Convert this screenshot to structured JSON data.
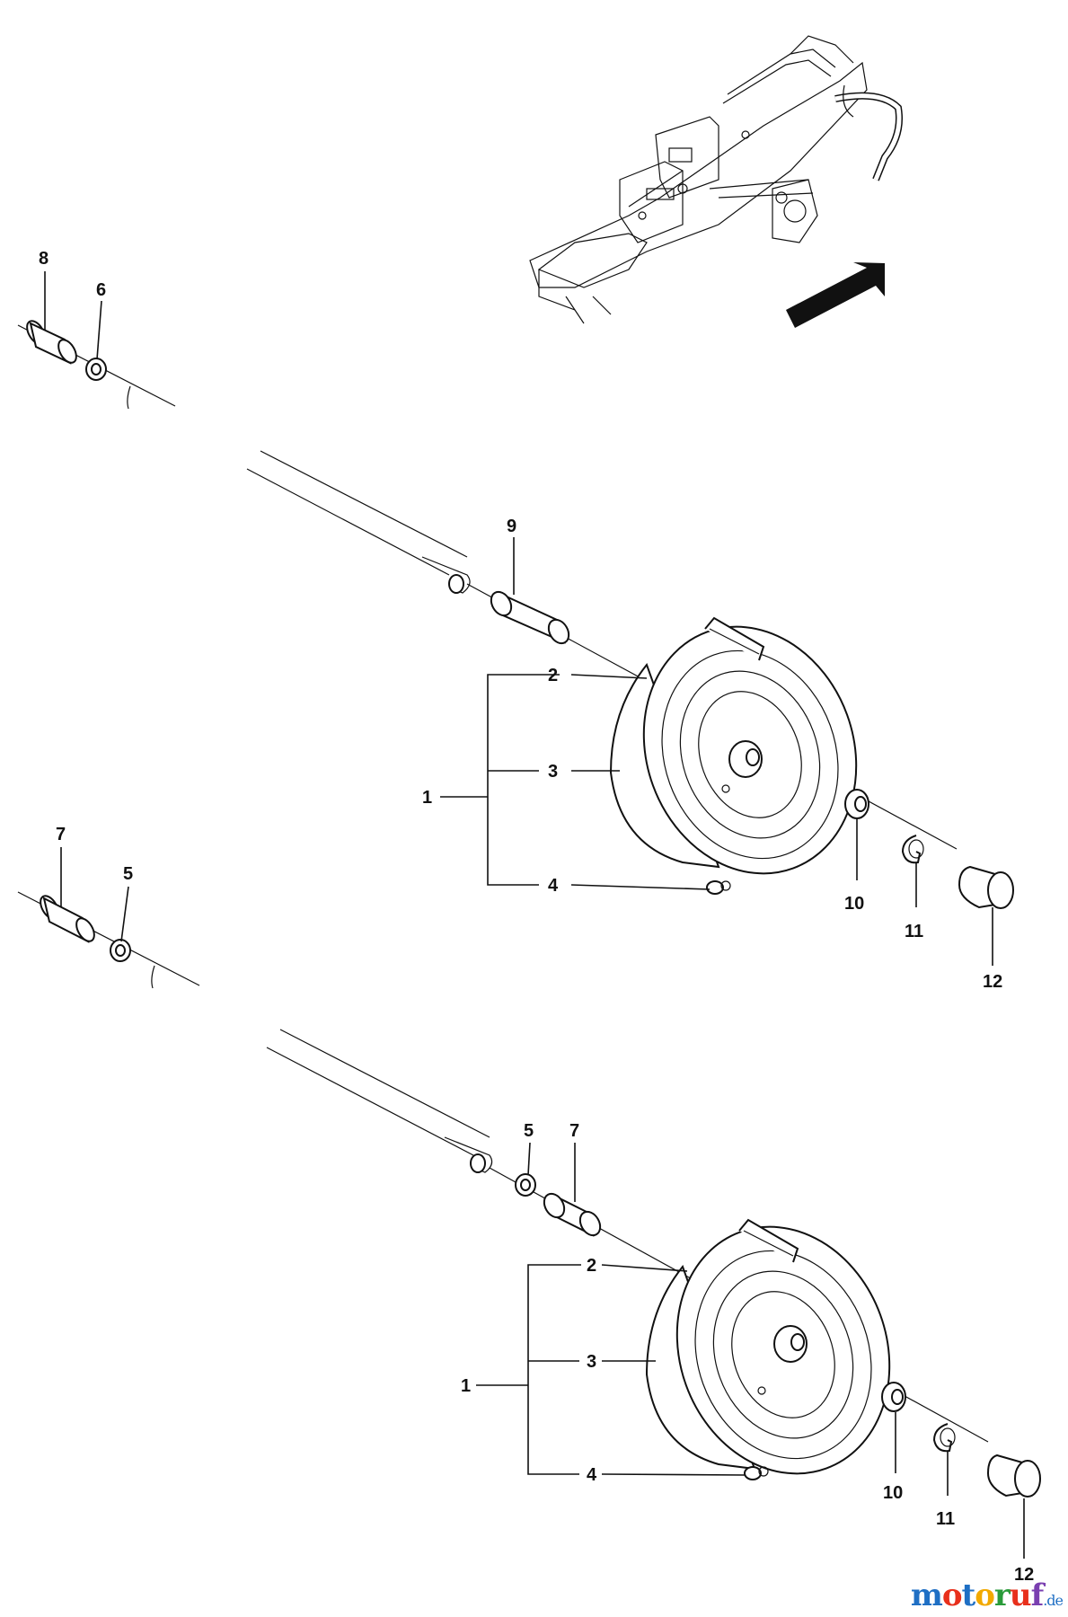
{
  "callouts": {
    "upper": {
      "c8": "8",
      "c6": "6",
      "c9": "9",
      "c1": "1",
      "c2": "2",
      "c3": "3",
      "c4": "4",
      "c10": "10",
      "c11": "11",
      "c12": "12"
    },
    "lower": {
      "c7a": "7",
      "c5a": "5",
      "c5b": "5",
      "c7b": "7",
      "c1": "1",
      "c2": "2",
      "c3": "3",
      "c4": "4",
      "c10": "10",
      "c11": "11",
      "c12": "12"
    }
  },
  "watermark": {
    "letters": [
      "m",
      "o",
      "t",
      "o",
      "r",
      "u",
      "f"
    ],
    "suffix": ".de",
    "colors": [
      "#1f6fc4",
      "#e8301c",
      "#1f6fc4",
      "#f2a900",
      "#2a9b3a",
      "#e8301c",
      "#7a3fb0"
    ]
  }
}
